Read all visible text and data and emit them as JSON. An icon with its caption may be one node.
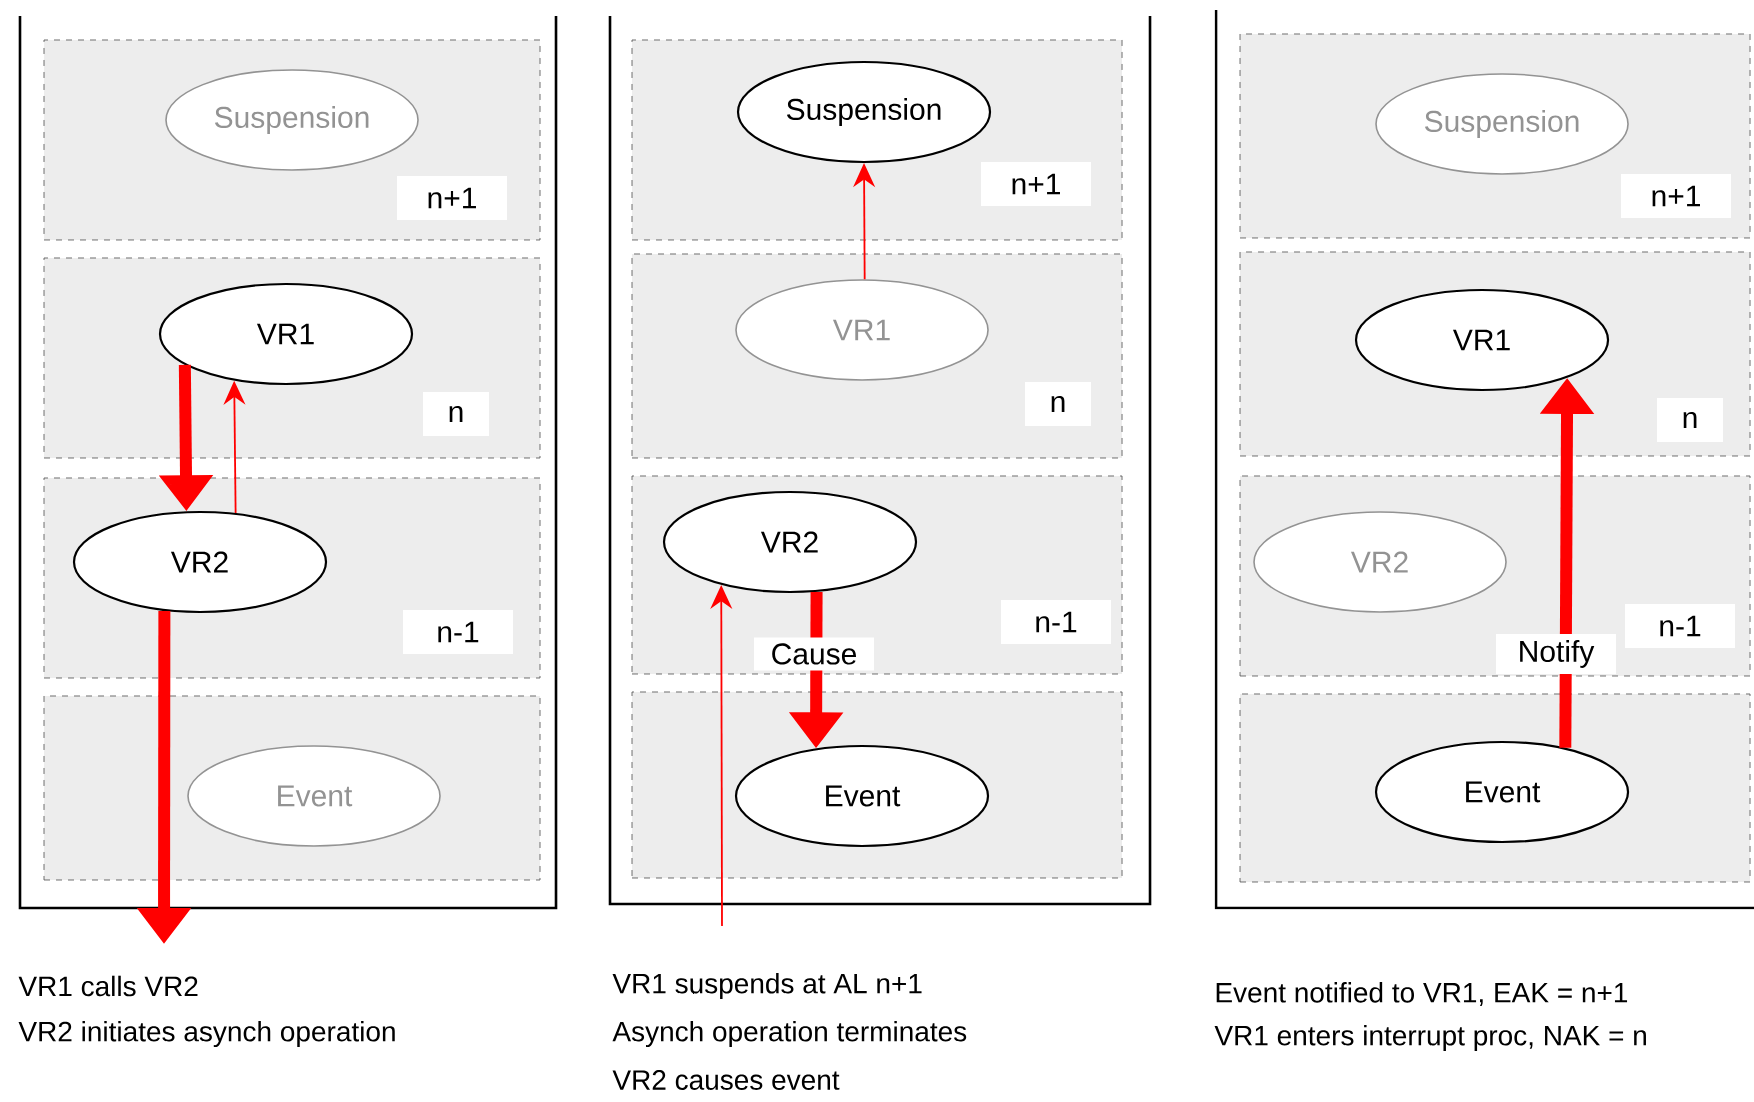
{
  "diagram": {
    "nodes": [
      {
        "text": [
          "n+1"
        ]
      },
      {
        "text": [
          "Suspension"
        ],
        "in": 0
      },
      {
        "text": [
          "n"
        ]
      },
      {
        "text": [
          "VR1"
        ],
        "in": 2
      },
      {
        "text": [
          "n-1"
        ]
      },
      {
        "text": [
          "VR2"
        ],
        "in": 4
      },
      {
        "text": [],
        "shape": "box"
      },
      {
        "text": [
          "Event"
        ],
        "in": 6
      },
      {
        "text": [
          "n+1"
        ]
      },
      {
        "text": [
          "Suspension"
        ],
        "in": 8
      },
      {
        "text": [
          "n"
        ]
      },
      {
        "text": [
          "VR1"
        ],
        "in": 10
      },
      {
        "text": [
          "n-1"
        ]
      },
      {
        "text": [
          "VR2"
        ],
        "in": 12
      },
      {
        "text": [],
        "shape": "box"
      },
      {
        "text": [
          "Event"
        ],
        "in": 14
      },
      {
        "text": [
          "n+1"
        ]
      },
      {
        "text": [
          "Suspension"
        ],
        "in": 16
      },
      {
        "text": [
          "n"
        ]
      },
      {
        "text": [
          "VR1"
        ],
        "in": 18
      },
      {
        "text": [
          "n-1"
        ]
      },
      {
        "text": [
          "VR2"
        ],
        "in": 20
      },
      {
        "text": [],
        "shape": "box"
      },
      {
        "text": [
          "Event"
        ],
        "in": 22
      }
    ],
    "edges": [
      {
        "from": 3,
        "to": 5,
        "arrow": "to"
      },
      {
        "from": 5,
        "to": 3,
        "arrow": "to"
      },
      {
        "from": 5,
        "to": null,
        "arrow": "to"
      },
      {
        "from": 11,
        "to": 9,
        "arrow": "to"
      },
      {
        "from": null,
        "to": 13,
        "arrow": "to"
      },
      {
        "from": 13,
        "to": 15,
        "arrow": "to",
        "label": "Cause"
      },
      {
        "from": 23,
        "to": 19,
        "arrow": "to",
        "label": "Notify"
      }
    ],
    "labels": [
      "VR1 calls VR2",
      "VR2 initiates asynch operation",
      "VR1 suspends at AL n+1",
      "Asynch operation terminates",
      "VR2 causes event",
      "Event notified to VR1, EAK = n+1",
      "VR1 enters interrupt proc, NAK = n"
    ]
  }
}
